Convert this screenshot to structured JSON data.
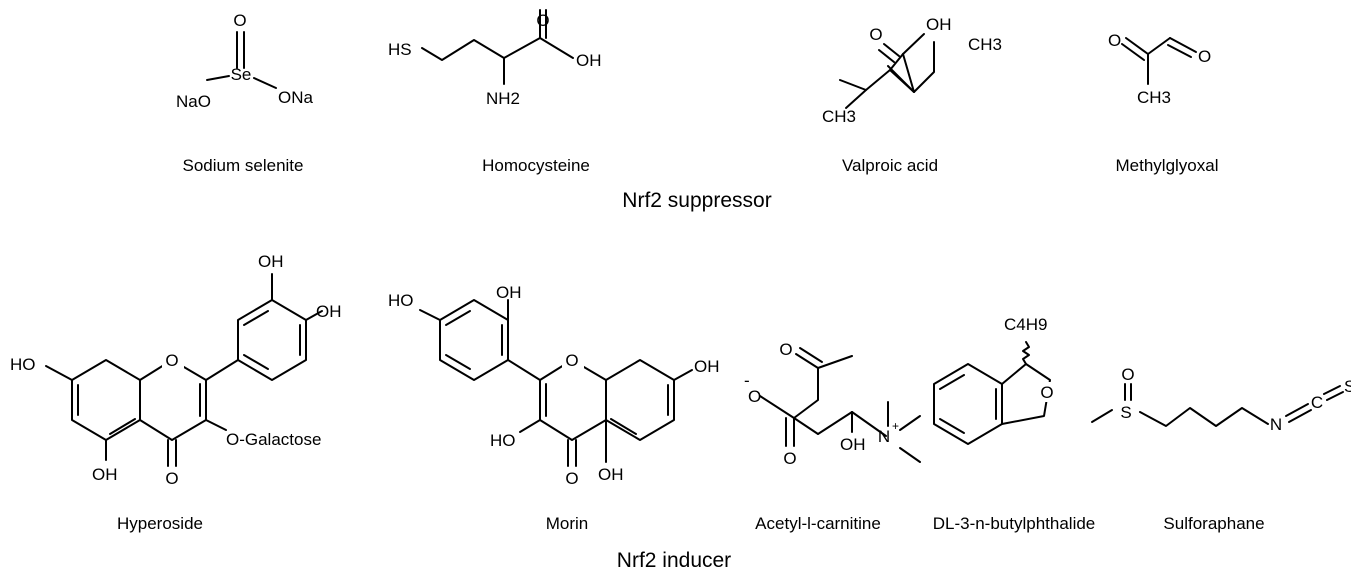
{
  "groups": {
    "suppressor": {
      "label": "Nrf2 suppressor",
      "compounds": [
        {
          "name": "Sodium selenite",
          "atoms": {
            "o_top": "O",
            "se": "Se",
            "nao": "NaO",
            "ona": "ONa"
          }
        },
        {
          "name": "Homocysteine",
          "atoms": {
            "hs": "HS",
            "o": "O",
            "oh": "OH",
            "nh2": "NH2"
          }
        },
        {
          "name": "Valproic acid",
          "atoms": {
            "o": "O",
            "oh": "OH",
            "ch3_a": "CH3",
            "ch3_b": "CH3"
          }
        },
        {
          "name": "Methylglyoxal",
          "atoms": {
            "o_a": "O",
            "o_b": "O",
            "ch3": "CH3"
          }
        }
      ]
    },
    "inducer": {
      "label": "Nrf2 inducer",
      "compounds": [
        {
          "name": "Hyperoside",
          "atoms": {
            "oh1": "OH",
            "oh2": "OH",
            "ho": "HO",
            "o_ring": "O",
            "ogal": "O-Galactose",
            "oh_bottom": "OH",
            "o_keto": "O"
          }
        },
        {
          "name": "Morin",
          "atoms": {
            "ho_top": "HO",
            "oh_top": "OH",
            "o_ring": "O",
            "oh_right": "OH",
            "ho_left": "HO",
            "o_keto": "O",
            "oh_bottom": "OH"
          }
        },
        {
          "name": "Acetyl-l-carnitine",
          "atoms": {
            "o_ketone": "O",
            "o_minus": "O",
            "minus": "-",
            "o_acid": "O",
            "oh": "OH",
            "n": "N",
            "plus": "+"
          }
        },
        {
          "name": "DL-3-n-butylphthalide",
          "atoms": {
            "c4h9": "C4H9",
            "o_ring": "O"
          }
        },
        {
          "name": "Sulforaphane",
          "atoms": {
            "o": "O",
            "s": "S",
            "n": "N",
            "c": "C",
            "s_end": "S"
          }
        }
      ]
    }
  }
}
